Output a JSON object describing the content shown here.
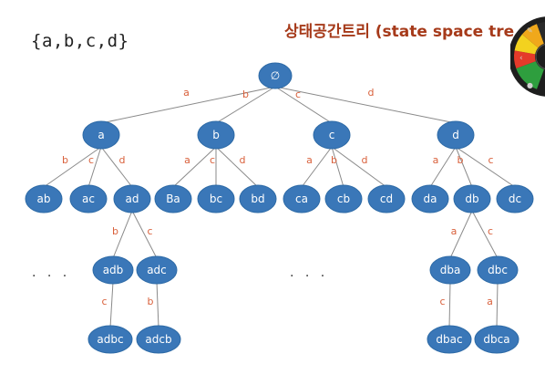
{
  "slide": {
    "set_text": "{a,b,c,d}",
    "title": "상태공간트리 (state space tre",
    "ellipsis_left": ". . .",
    "ellipsis_mid": ". . ."
  },
  "colors": {
    "node_fill": "#3a77b8",
    "node_stroke": "#2d6aa6",
    "edge": "#8a8a8a",
    "edge_label": "#d9603b",
    "title": "#a63a1a"
  },
  "tree": {
    "nodes": [
      {
        "id": "root",
        "label": "∅"
      },
      {
        "id": "a",
        "label": "a"
      },
      {
        "id": "b",
        "label": "b"
      },
      {
        "id": "c",
        "label": "c"
      },
      {
        "id": "d",
        "label": "d"
      },
      {
        "id": "ab",
        "label": "ab"
      },
      {
        "id": "ac",
        "label": "ac"
      },
      {
        "id": "ad",
        "label": "ad"
      },
      {
        "id": "Ba",
        "label": "Ba"
      },
      {
        "id": "bc",
        "label": "bc"
      },
      {
        "id": "bd",
        "label": "bd"
      },
      {
        "id": "ca",
        "label": "ca"
      },
      {
        "id": "cb",
        "label": "cb"
      },
      {
        "id": "cd",
        "label": "cd"
      },
      {
        "id": "da",
        "label": "da"
      },
      {
        "id": "db",
        "label": "db"
      },
      {
        "id": "dc",
        "label": "dc"
      },
      {
        "id": "adb",
        "label": "adb"
      },
      {
        "id": "adc",
        "label": "adc"
      },
      {
        "id": "dba",
        "label": "dba"
      },
      {
        "id": "dbc",
        "label": "dbc"
      },
      {
        "id": "adbc",
        "label": "adbc"
      },
      {
        "id": "adcb",
        "label": "adcb"
      },
      {
        "id": "dbac",
        "label": "dbac"
      },
      {
        "id": "dbca",
        "label": "dbca"
      }
    ],
    "edges": [
      {
        "from": "root",
        "to": "a",
        "label": "a"
      },
      {
        "from": "root",
        "to": "b",
        "label": "b"
      },
      {
        "from": "root",
        "to": "c",
        "label": "c"
      },
      {
        "from": "root",
        "to": "d",
        "label": "d"
      },
      {
        "from": "a",
        "to": "ab",
        "label": "b"
      },
      {
        "from": "a",
        "to": "ac",
        "label": "c"
      },
      {
        "from": "a",
        "to": "ad",
        "label": "d"
      },
      {
        "from": "b",
        "to": "Ba",
        "label": "a"
      },
      {
        "from": "b",
        "to": "bc",
        "label": "c"
      },
      {
        "from": "b",
        "to": "bd",
        "label": "d"
      },
      {
        "from": "c",
        "to": "ca",
        "label": "a"
      },
      {
        "from": "c",
        "to": "cb",
        "label": "b"
      },
      {
        "from": "c",
        "to": "cd",
        "label": "d"
      },
      {
        "from": "d",
        "to": "da",
        "label": "a"
      },
      {
        "from": "d",
        "to": "db",
        "label": "b"
      },
      {
        "from": "d",
        "to": "dc",
        "label": "c"
      },
      {
        "from": "ad",
        "to": "adb",
        "label": "b"
      },
      {
        "from": "ad",
        "to": "adc",
        "label": "c"
      },
      {
        "from": "db",
        "to": "dba",
        "label": "a"
      },
      {
        "from": "db",
        "to": "dbc",
        "label": "c"
      },
      {
        "from": "adb",
        "to": "adbc",
        "label": "c"
      },
      {
        "from": "adc",
        "to": "adcb",
        "label": "b"
      },
      {
        "from": "dba",
        "to": "dbac",
        "label": "c"
      },
      {
        "from": "dbc",
        "to": "dbca",
        "label": "a"
      }
    ]
  },
  "widget": {
    "icon": "color-wheel-icon",
    "colors": [
      "#2e9e3e",
      "#e53a2a",
      "#f3d21f",
      "#f0a81b",
      "#2a2a2a"
    ]
  }
}
